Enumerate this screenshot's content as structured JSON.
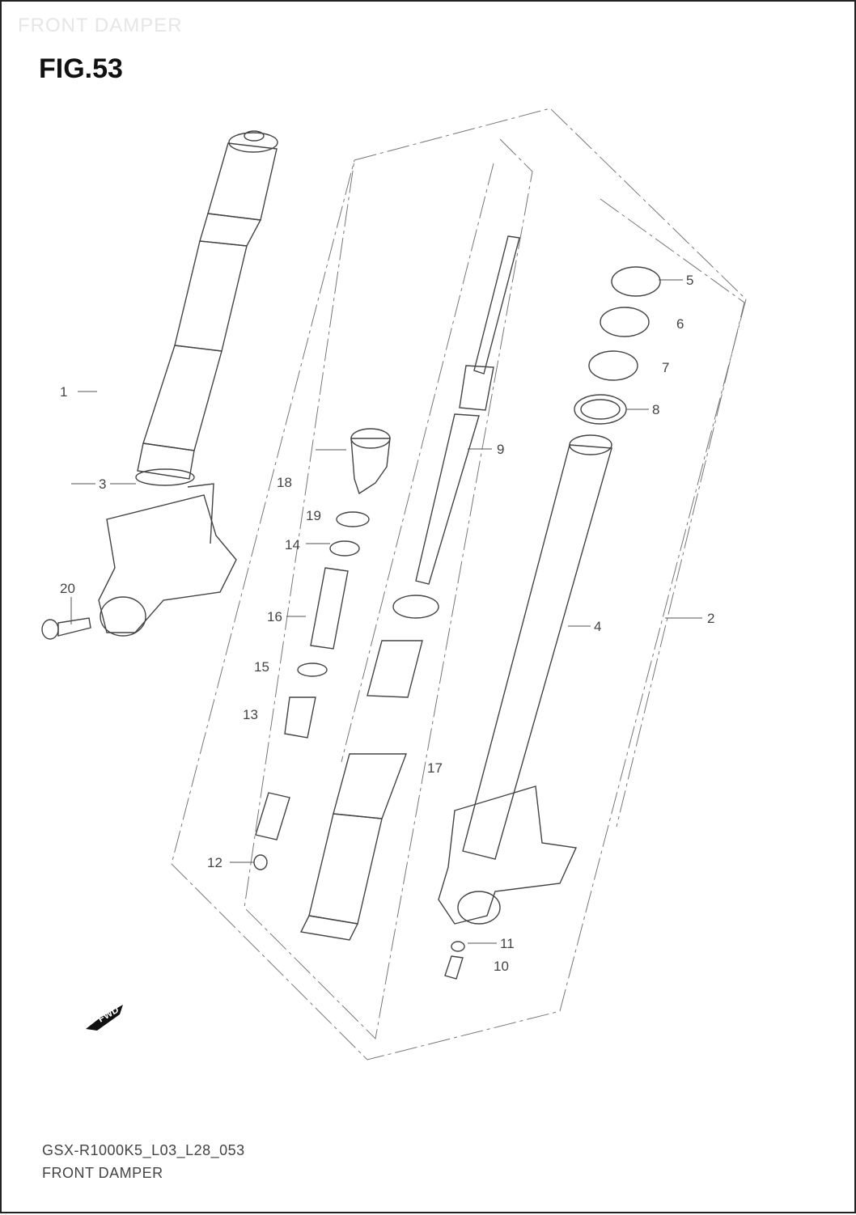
{
  "header": {
    "watermark": "FRONT DAMPER",
    "figure": "FIG.53"
  },
  "footer": {
    "code": "GSX-R1000K5_L03_L28_053",
    "name": "FRONT DAMPER"
  },
  "direction_marker": {
    "label": "FWD",
    "icon": "forward-arrow-icon"
  },
  "callouts": [
    {
      "id": "1",
      "label": "1"
    },
    {
      "id": "2",
      "label": "2"
    },
    {
      "id": "3",
      "label": "3"
    },
    {
      "id": "4",
      "label": "4"
    },
    {
      "id": "5",
      "label": "5"
    },
    {
      "id": "6",
      "label": "6"
    },
    {
      "id": "7",
      "label": "7"
    },
    {
      "id": "8",
      "label": "8"
    },
    {
      "id": "9",
      "label": "9"
    },
    {
      "id": "10",
      "label": "10"
    },
    {
      "id": "11",
      "label": "11"
    },
    {
      "id": "12",
      "label": "12"
    },
    {
      "id": "13",
      "label": "13"
    },
    {
      "id": "14",
      "label": "14"
    },
    {
      "id": "15",
      "label": "15"
    },
    {
      "id": "16",
      "label": "16"
    },
    {
      "id": "17",
      "label": "17"
    },
    {
      "id": "18",
      "label": "18"
    },
    {
      "id": "19",
      "label": "19"
    },
    {
      "id": "20",
      "label": "20"
    }
  ],
  "colors": {
    "line": "#444444",
    "frame": "#777777",
    "title": "#111111"
  }
}
